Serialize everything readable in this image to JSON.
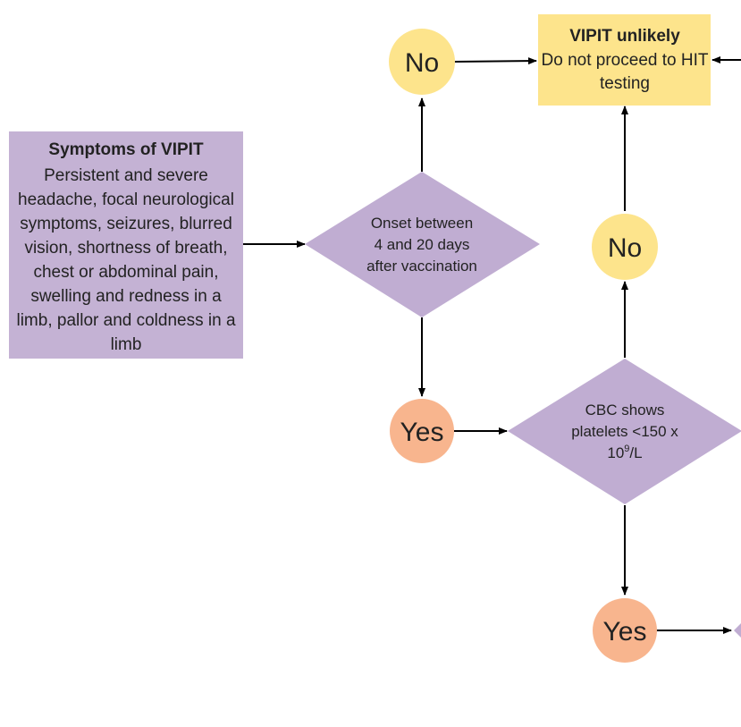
{
  "colors": {
    "symptom_box": "#c4b2d4",
    "decision": "#c0add2",
    "outcome_box": "#fde48c",
    "no_node": "#fde48c",
    "yes_node": "#f8b58e",
    "arrow": "#000000"
  },
  "symptoms": {
    "title": "Symptoms of VIPIT",
    "lines": [
      "Persistent and severe",
      "headache, focal neurological",
      "symptoms, seizures, blurred",
      "vision, shortness of breath,",
      "chest or abdominal pain,",
      "swelling and redness in a",
      "limb, pallor and coldness in a",
      "limb"
    ]
  },
  "onset_decision": {
    "lines": [
      "Onset between",
      "4 and 20 days",
      "after vaccination"
    ]
  },
  "cbc_decision": {
    "line1": "CBC shows",
    "line2": "platelets <150 x",
    "line3_base": "10",
    "line3_sup": "9",
    "line3_suffix": "/L"
  },
  "outcome": {
    "title": "VIPIT unlikely",
    "lines": [
      "Do not proceed to HIT",
      "testing"
    ]
  },
  "nodes": {
    "no_top": "No",
    "no_right": "No",
    "yes_left": "Yes",
    "yes_bottom": "Yes"
  }
}
